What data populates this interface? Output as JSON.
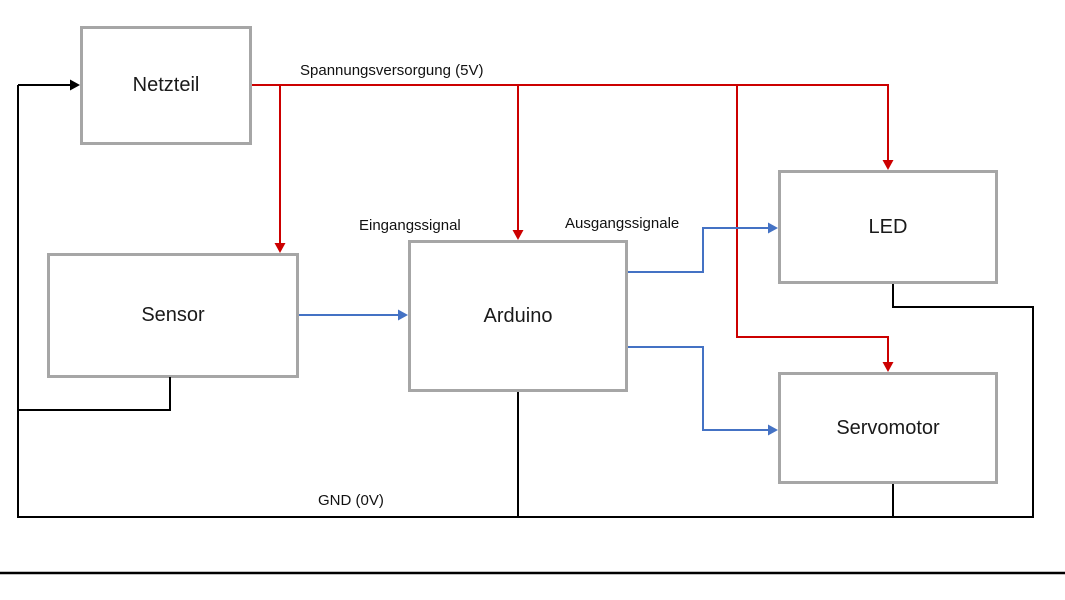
{
  "boxes": {
    "netzteil": {
      "label": "Netzteil"
    },
    "sensor": {
      "label": "Sensor"
    },
    "arduino": {
      "label": "Arduino"
    },
    "led": {
      "label": "LED"
    },
    "servomotor": {
      "label": "Servomotor"
    }
  },
  "labels": {
    "supply": "Spannungsversorgung (5V)",
    "input": "Eingangssignal",
    "output": "Ausgangssignale",
    "gnd": "GND (0V)"
  },
  "colors": {
    "supply_line": "#cc0000",
    "signal_line": "#4472c4",
    "gnd_line": "#000000",
    "box_border": "#a6a6a6"
  }
}
